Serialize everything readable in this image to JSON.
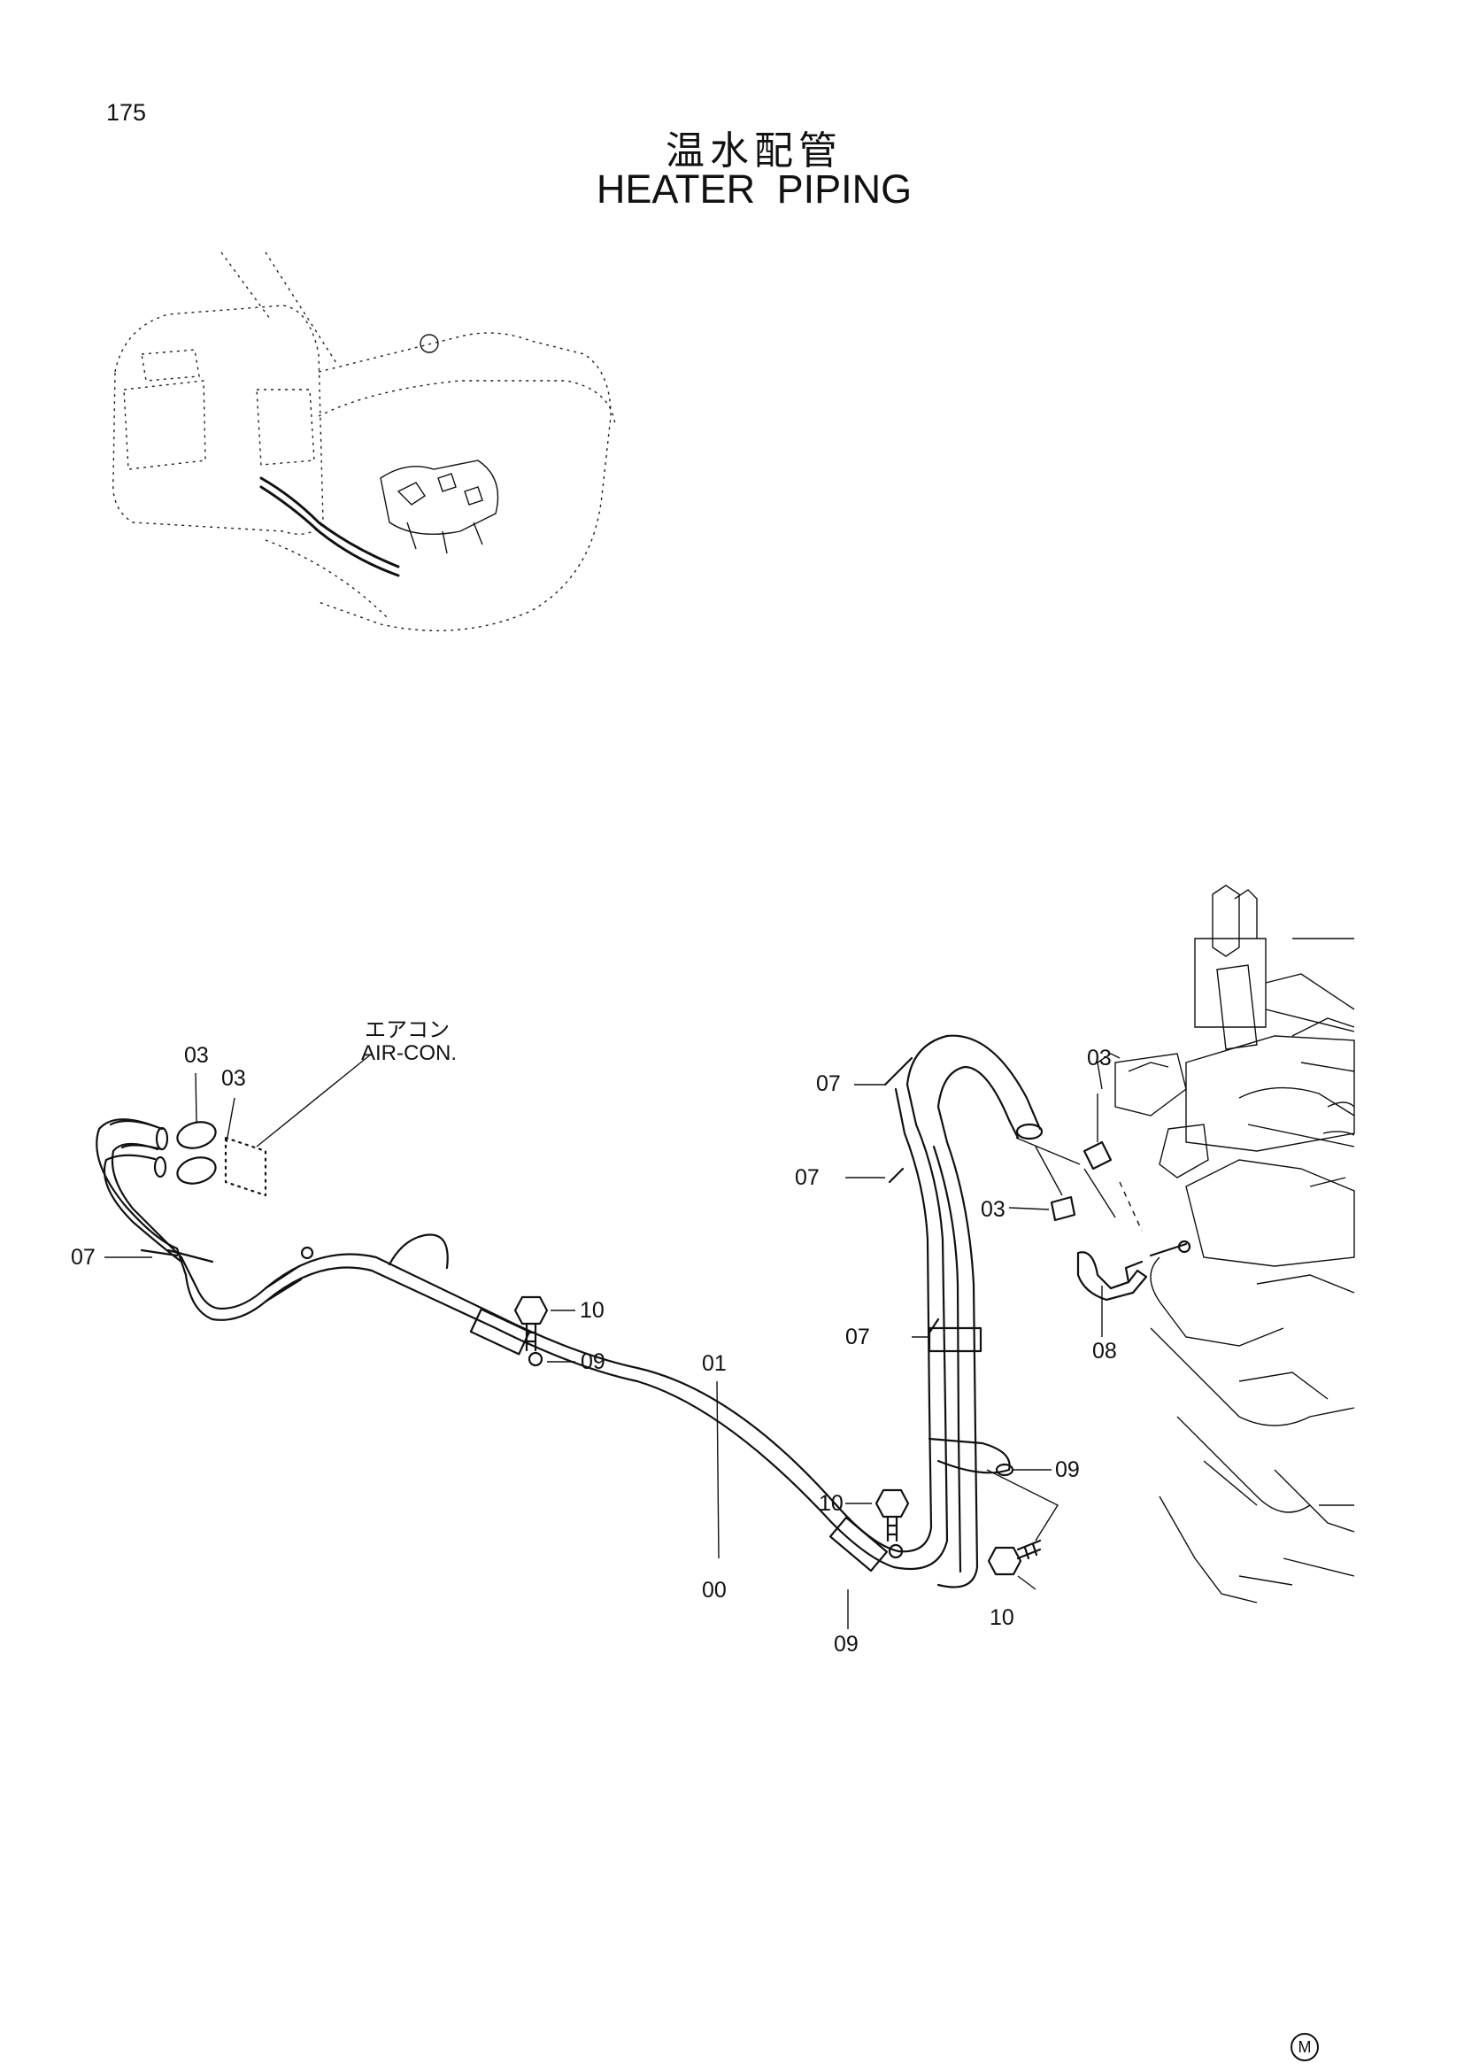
{
  "page": {
    "number": "175",
    "mark": "M"
  },
  "title": {
    "jp": "温水配管",
    "en": "HEATER PIPING"
  },
  "note": {
    "jp": "エアコン",
    "en": "AIR-CON."
  },
  "callouts": [
    {
      "id": "c-03-a",
      "text": "03"
    },
    {
      "id": "c-03-b",
      "text": "03"
    },
    {
      "id": "c-07-a",
      "text": "07"
    },
    {
      "id": "c-10-a",
      "text": "10"
    },
    {
      "id": "c-09-a",
      "text": "09"
    },
    {
      "id": "c-01",
      "text": "01"
    },
    {
      "id": "c-00",
      "text": "00"
    },
    {
      "id": "c-10-b",
      "text": "10"
    },
    {
      "id": "c-09-b",
      "text": "09"
    },
    {
      "id": "c-07-b",
      "text": "07"
    },
    {
      "id": "c-07-c",
      "text": "07"
    },
    {
      "id": "c-07-d",
      "text": "07"
    },
    {
      "id": "c-03-c",
      "text": "03"
    },
    {
      "id": "c-03-d",
      "text": "03"
    },
    {
      "id": "c-08",
      "text": "08"
    },
    {
      "id": "c-09-c",
      "text": "09"
    },
    {
      "id": "c-10-c",
      "text": "10"
    }
  ]
}
